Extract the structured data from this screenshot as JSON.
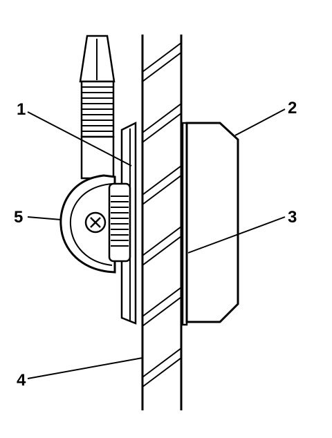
{
  "diagram": {
    "callouts": [
      {
        "id": "1",
        "label": "1"
      },
      {
        "id": "2",
        "label": "2"
      },
      {
        "id": "3",
        "label": "3"
      },
      {
        "id": "4",
        "label": "4"
      },
      {
        "id": "5",
        "label": "5"
      }
    ]
  },
  "colors": {
    "ink": "#000000",
    "background": "#ffffff"
  }
}
